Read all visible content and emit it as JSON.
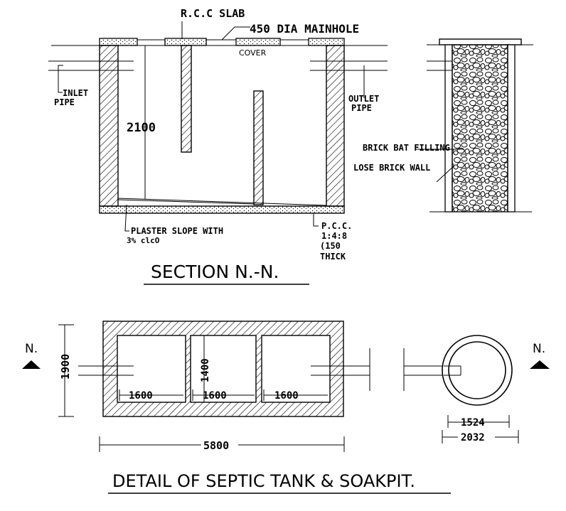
{
  "section": {
    "title": "SECTION N.-N.",
    "labels": {
      "rcc_slab": "R.C.C SLAB",
      "manhole": "450 DIA MAINHOLE",
      "cover": "COVER",
      "inlet_1": "INLET",
      "inlet_2": "PIPE",
      "outlet_1": "OUTLET",
      "outlet_2": "PIPE",
      "depth": "2100",
      "plaster_1": "PLASTER SLOPE WITH",
      "plaster_2": "3% clcO",
      "pcc_1": "P.C.C.",
      "pcc_2": "1:4:8",
      "pcc_3": "(150",
      "pcc_4": "THICK",
      "brick_bat": "BRICK BAT FILLING",
      "lose_brick": "LOSE BRICK WALL"
    }
  },
  "plan": {
    "title": "DETAIL OF  SEPTIC TANK & SOAKPIT.",
    "section_mark": "N.",
    "dims": {
      "width_total": "5800",
      "height_total": "1900",
      "inner_height": "1400",
      "chamber_1": "1600",
      "chamber_2": "1600",
      "chamber_3": "1600",
      "pit_inner": "1524",
      "pit_outer": "2032"
    }
  }
}
